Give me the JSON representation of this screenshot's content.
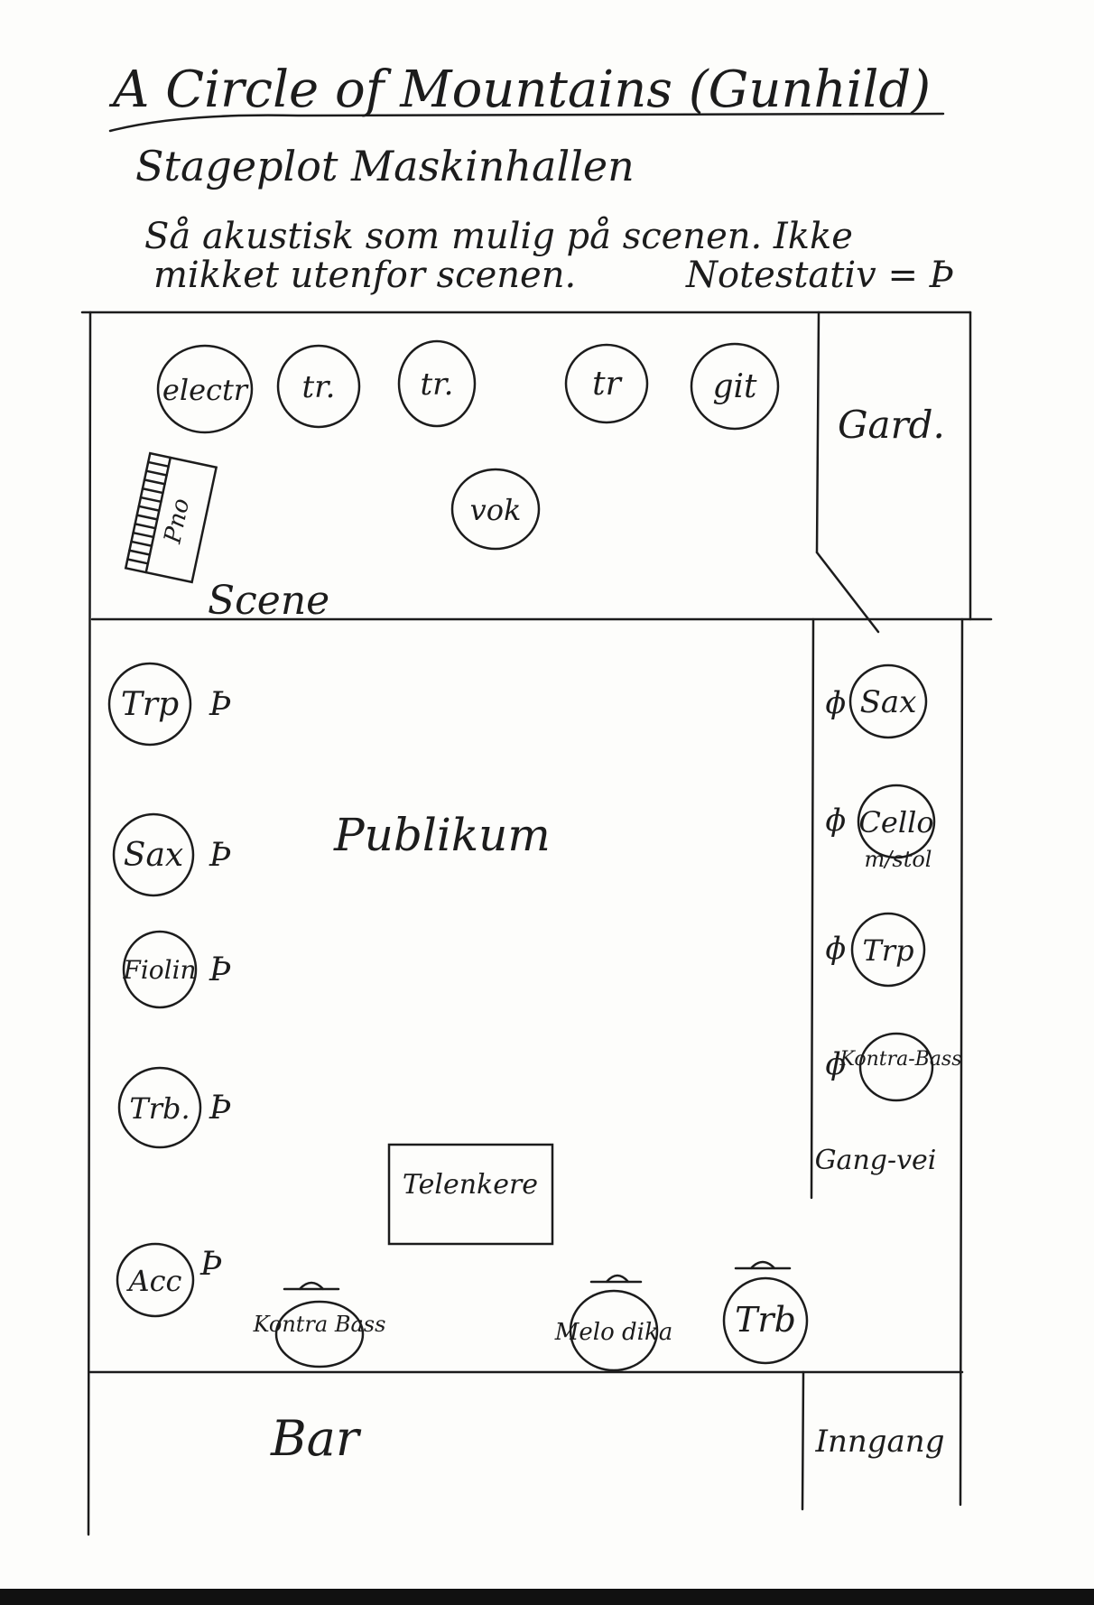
{
  "header": {
    "title": "A Circle of Mountains (Gunhild)",
    "subtitle": "Stageplot Maskinhallen",
    "note_line1": "Så akustisk som mulig på scenen. Ikke",
    "note_line2": "mikket utenfor scenen.",
    "legend": "Notestativ = Þ"
  },
  "stage": {
    "label": "Scene",
    "musicians": [
      "electr",
      "tr.",
      "tr.",
      "tr",
      "git",
      "vok"
    ],
    "piano_label": "Pno",
    "wardrobe": "Gard."
  },
  "audience": {
    "label": "Publikum",
    "left_musicians": [
      "Trp",
      "Sax",
      "Fiolin",
      "Trb.",
      "Acc"
    ],
    "right_musicians": [
      "Sax",
      "Cello",
      "Trp",
      "Kontra-Bass"
    ],
    "cello_note": "m/stol",
    "bottom_musicians": [
      "Kontra Bass",
      "Melo dika",
      "Trb"
    ],
    "stand_box": "Telenkere",
    "aisle": "Gang-vei"
  },
  "bottom": {
    "bar": "Bar",
    "entrance": "Inngang"
  },
  "colors": {
    "ink": "#1c1c1c",
    "paper": "#fdfdfb"
  }
}
